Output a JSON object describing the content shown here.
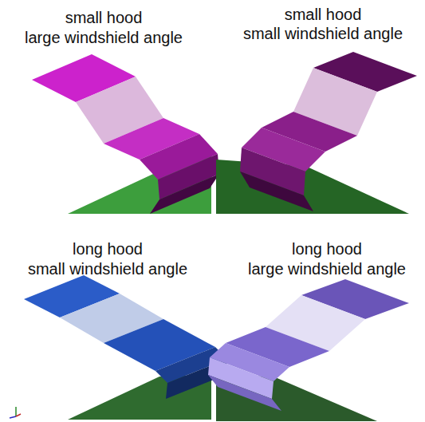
{
  "diagram": {
    "labels": [
      "small hood",
      "large windshield angle",
      "small hood",
      "small windshield angle",
      "long hood",
      "small windshield angle",
      "long hood",
      "large windshield angle"
    ]
  }
}
